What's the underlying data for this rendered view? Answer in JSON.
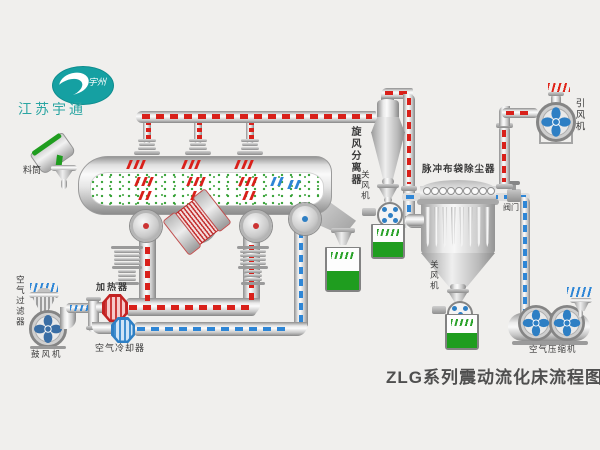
{
  "logo": {
    "mark_text": "宇州",
    "company": "江苏宇通"
  },
  "title": "ZLG系列震动流化床流程图",
  "labels": {
    "feed_hopper": "料筒",
    "air_filter": "空气过滤器",
    "blower": "鼓风机",
    "heater": "加热器",
    "air_cooler": "空气冷却器",
    "cyclone": "旋风分离器",
    "cyclone_rotary_valve": "关风机",
    "bag_filter": "脉冲布袋除尘器",
    "bag_filter_rotary_valve": "关风机",
    "valve": "阀门",
    "induced_fan": "引风机",
    "compressor": "空气压缩机"
  },
  "colors": {
    "hot_air": "#d9201a",
    "cold_air": "#2e86d6",
    "product": "#1f9d1f",
    "brand": "#16a2a2"
  }
}
